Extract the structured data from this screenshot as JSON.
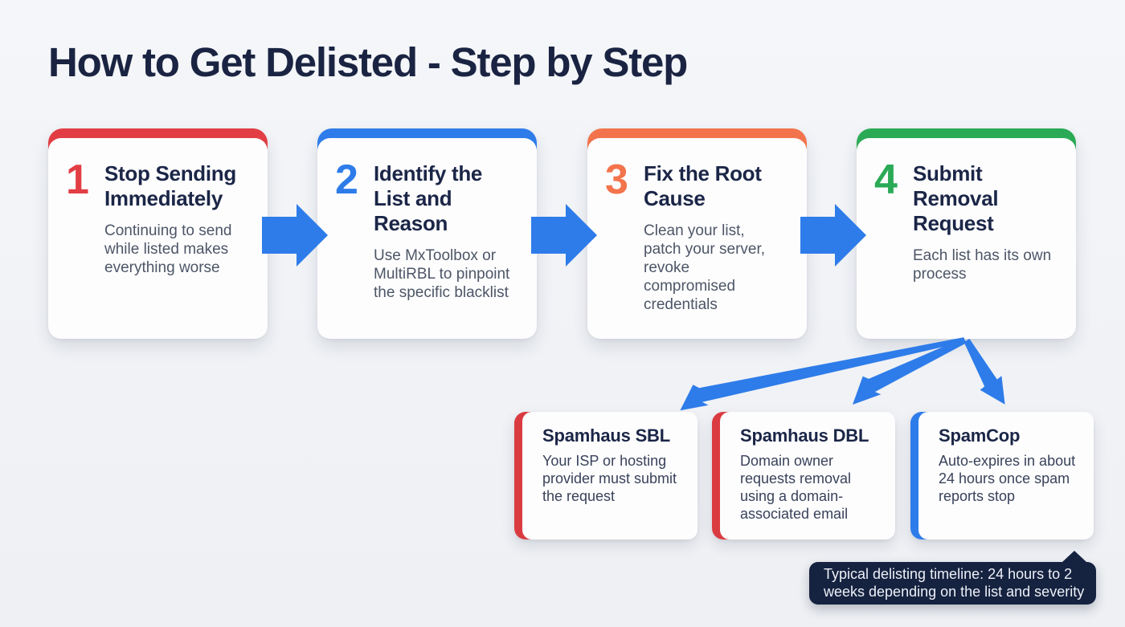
{
  "page": {
    "title": "How to Get Delisted - Step by Step"
  },
  "steps": [
    {
      "number": "1",
      "title": "Stop Sending Immediately",
      "description": "Continuing to send while listed makes everything worse",
      "accent": "#e23d44"
    },
    {
      "number": "2",
      "title": "Identify the List and Reason",
      "description": "Use MxToolbox or MultiRBL to pinpoint the specific blacklist",
      "accent": "#2e7ce9"
    },
    {
      "number": "3",
      "title": "Fix the Root Cause",
      "description": "Clean your list, patch your server, revoke compromised credentials",
      "accent": "#f3744c"
    },
    {
      "number": "4",
      "title": "Submit Removal Request",
      "description": "Each list has its own process",
      "accent": "#2baa56"
    }
  ],
  "blacklists": [
    {
      "title": "Spamhaus SBL",
      "description": "Your ISP or hosting provider must submit the request",
      "accent": "#da3b40"
    },
    {
      "title": "Spamhaus DBL",
      "description": "Domain owner requests removal using a domain-associated email",
      "accent": "#da3b40"
    },
    {
      "title": "SpamCop",
      "description": "Auto-expires in about 24 hours once spam reports stop",
      "accent": "#2e7ce9"
    }
  ],
  "tooltip": {
    "text": "Typical delisting timeline: 24 hours to 2 weeks depending on the list and severity"
  },
  "colors": {
    "background": "#f0f2f6",
    "heading_text": "#1a2442",
    "card_title_text": "#1b2647",
    "card_body_text": "#4d5666",
    "arrow": "#2e7ce9",
    "tooltip_background": "#152240",
    "tooltip_text": "#edf0f6"
  }
}
